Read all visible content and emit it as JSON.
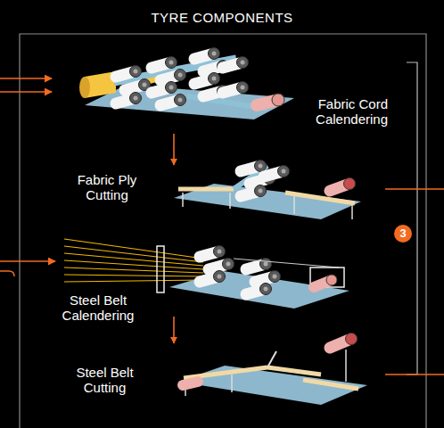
{
  "diagram": {
    "title": "TYRE COMPONENTS",
    "nodes": [
      {
        "text": [
          "Fabric Cord Calendering"
        ]
      },
      {
        "text": [
          "Fabric Ply Cutting"
        ]
      },
      {
        "text": [
          "Steel Belt Calendering"
        ]
      },
      {
        "text": [
          "Steel Belt Cutting"
        ]
      }
    ],
    "edges": [
      {
        "from": 0,
        "to": 1,
        "arrow": "to"
      },
      {
        "from": 2,
        "to": 3,
        "arrow": "to"
      }
    ],
    "labels": [
      "3"
    ]
  }
}
